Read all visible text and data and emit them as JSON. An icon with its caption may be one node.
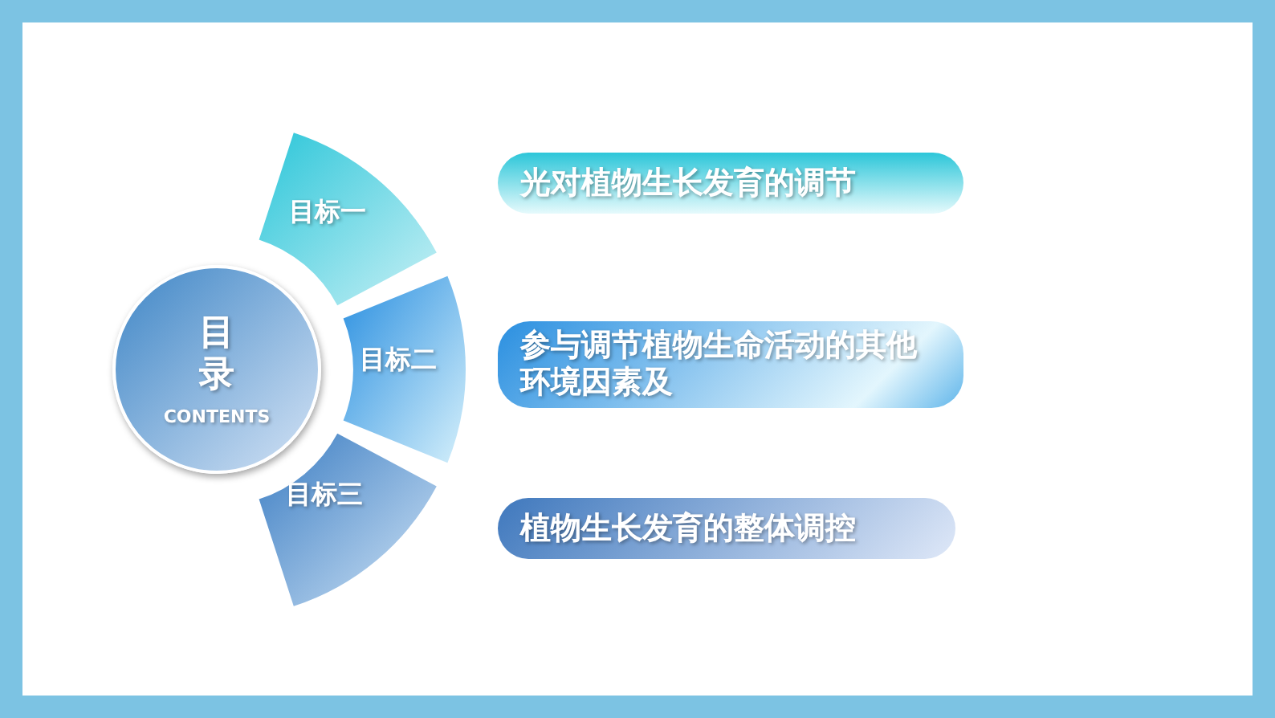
{
  "diagram": {
    "nodes": [
      {
        "text": [
          "目录",
          "CONTENTS"
        ]
      },
      {
        "text": [
          "目标一"
        ]
      },
      {
        "text": [
          "目标二"
        ]
      },
      {
        "text": [
          "目标三"
        ]
      },
      {
        "text": [
          "光对植物生长发育的调节"
        ]
      },
      {
        "text": [
          "参与调节植物生命活动的其他环境因素及"
        ]
      },
      {
        "text": [
          "植物生长发育的整体调控"
        ]
      }
    ]
  }
}
